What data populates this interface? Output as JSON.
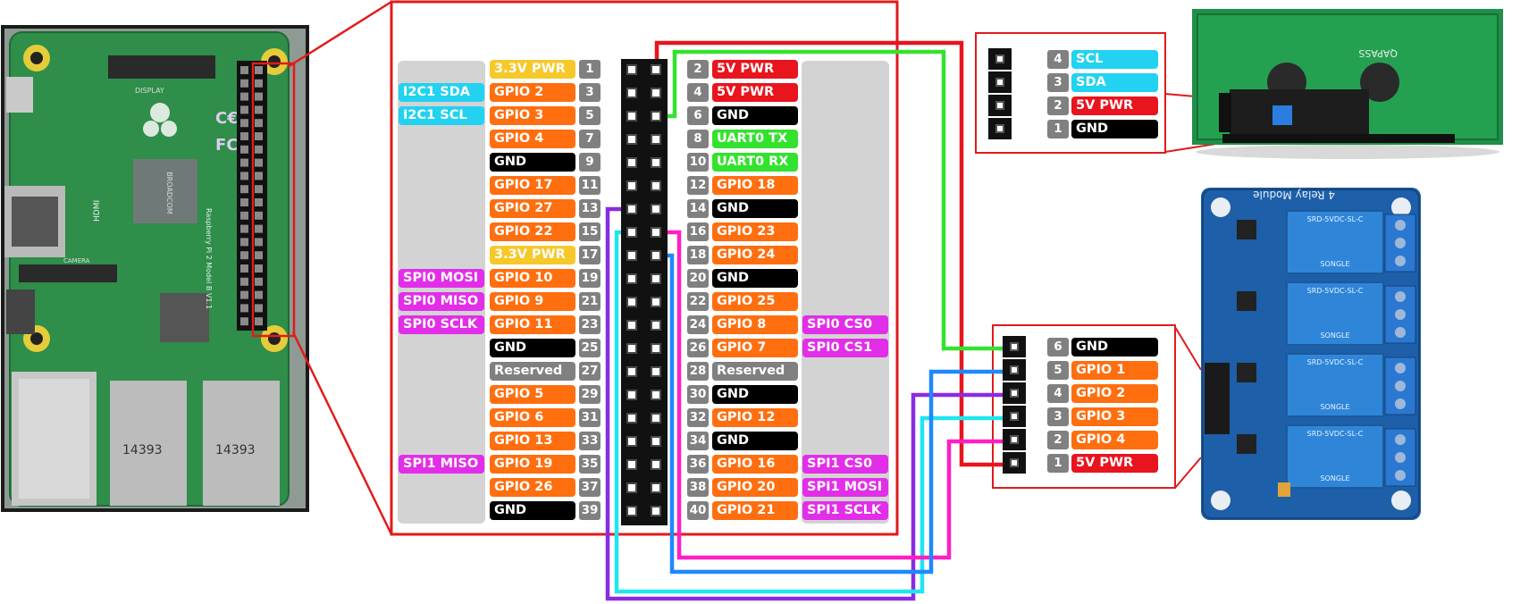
{
  "colors": {
    "power33": "#f7c82a",
    "power5": "#e8141e",
    "gpio": "#ff6e0f",
    "gnd": "#000000",
    "reserved": "#808080",
    "i2c": "#22d2f0",
    "uart": "#33e22e",
    "spi": "#e22ee8",
    "frame": "#e11b1b"
  },
  "pi_board": {
    "brand_text": "Raspberry Pi 2 Model B V1.1",
    "silk_display": "DISPLAY",
    "silk_camera": "CAMERA",
    "silk_hdmi": "HDMI",
    "usb_label_1": "14393",
    "usb_label_2": "14393",
    "chip_text": "BROADCOM"
  },
  "header": {
    "left_pins": [
      {
        "num": "1",
        "label": "3.3V PWR",
        "type": "power33",
        "func": ""
      },
      {
        "num": "3",
        "label": "GPIO 2",
        "type": "gpio",
        "func": "I2C1 SDA",
        "ftype": "i2c"
      },
      {
        "num": "5",
        "label": "GPIO 3",
        "type": "gpio",
        "func": "I2C1 SCL",
        "ftype": "i2c"
      },
      {
        "num": "7",
        "label": "GPIO 4",
        "type": "gpio",
        "func": ""
      },
      {
        "num": "9",
        "label": "GND",
        "type": "gnd",
        "func": ""
      },
      {
        "num": "11",
        "label": "GPIO 17",
        "type": "gpio",
        "func": ""
      },
      {
        "num": "13",
        "label": "GPIO 27",
        "type": "gpio",
        "func": ""
      },
      {
        "num": "15",
        "label": "GPIO 22",
        "type": "gpio",
        "func": ""
      },
      {
        "num": "17",
        "label": "3.3V PWR",
        "type": "power33",
        "func": ""
      },
      {
        "num": "19",
        "label": "GPIO 10",
        "type": "gpio",
        "func": "SPI0 MOSI",
        "ftype": "spi"
      },
      {
        "num": "21",
        "label": "GPIO 9",
        "type": "gpio",
        "func": "SPI0 MISO",
        "ftype": "spi"
      },
      {
        "num": "23",
        "label": "GPIO 11",
        "type": "gpio",
        "func": "SPI0 SCLK",
        "ftype": "spi"
      },
      {
        "num": "25",
        "label": "GND",
        "type": "gnd",
        "func": ""
      },
      {
        "num": "27",
        "label": "Reserved",
        "type": "reserved",
        "func": ""
      },
      {
        "num": "29",
        "label": "GPIO 5",
        "type": "gpio",
        "func": ""
      },
      {
        "num": "31",
        "label": "GPIO 6",
        "type": "gpio",
        "func": ""
      },
      {
        "num": "33",
        "label": "GPIO 13",
        "type": "gpio",
        "func": ""
      },
      {
        "num": "35",
        "label": "GPIO 19",
        "type": "gpio",
        "func": "SPI1 MISO",
        "ftype": "spi"
      },
      {
        "num": "37",
        "label": "GPIO 26",
        "type": "gpio",
        "func": ""
      },
      {
        "num": "39",
        "label": "GND",
        "type": "gnd",
        "func": ""
      }
    ],
    "right_pins": [
      {
        "num": "2",
        "label": "5V PWR",
        "type": "power5",
        "func": ""
      },
      {
        "num": "4",
        "label": "5V PWR",
        "type": "power5",
        "func": ""
      },
      {
        "num": "6",
        "label": "GND",
        "type": "gnd",
        "func": ""
      },
      {
        "num": "8",
        "label": "UART0 TX",
        "type": "uart",
        "func": ""
      },
      {
        "num": "10",
        "label": "UART0 RX",
        "type": "uart",
        "func": ""
      },
      {
        "num": "12",
        "label": "GPIO 18",
        "type": "gpio",
        "func": ""
      },
      {
        "num": "14",
        "label": "GND",
        "type": "gnd",
        "func": ""
      },
      {
        "num": "16",
        "label": "GPIO 23",
        "type": "gpio",
        "func": ""
      },
      {
        "num": "18",
        "label": "GPIO 24",
        "type": "gpio",
        "func": ""
      },
      {
        "num": "20",
        "label": "GND",
        "type": "gnd",
        "func": ""
      },
      {
        "num": "22",
        "label": "GPIO 25",
        "type": "gpio",
        "func": ""
      },
      {
        "num": "24",
        "label": "GPIO 8",
        "type": "gpio",
        "func": "SPI0 CS0",
        "ftype": "spi"
      },
      {
        "num": "26",
        "label": "GPIO 7",
        "type": "gpio",
        "func": "SPI0 CS1",
        "ftype": "spi"
      },
      {
        "num": "28",
        "label": "Reserved",
        "type": "reserved",
        "func": ""
      },
      {
        "num": "30",
        "label": "GND",
        "type": "gnd",
        "func": ""
      },
      {
        "num": "32",
        "label": "GPIO 12",
        "type": "gpio",
        "func": ""
      },
      {
        "num": "34",
        "label": "GND",
        "type": "gnd",
        "func": ""
      },
      {
        "num": "36",
        "label": "GPIO 16",
        "type": "gpio",
        "func": "SPI1 CS0",
        "ftype": "spi"
      },
      {
        "num": "38",
        "label": "GPIO 20",
        "type": "gpio",
        "func": "SPI1 MOSI",
        "ftype": "spi"
      },
      {
        "num": "40",
        "label": "GPIO 21",
        "type": "gpio",
        "func": "SPI1 SCLK",
        "ftype": "spi"
      }
    ]
  },
  "lcd_connector": {
    "pins": [
      {
        "num": "4",
        "label": "SCL",
        "type": "i2c"
      },
      {
        "num": "3",
        "label": "SDA",
        "type": "i2c"
      },
      {
        "num": "2",
        "label": "5V PWR",
        "type": "power5"
      },
      {
        "num": "1",
        "label": "GND",
        "type": "gnd"
      }
    ],
    "board_text": "QAPASS"
  },
  "relay_connector": {
    "pins": [
      {
        "num": "6",
        "label": "GND",
        "type": "gnd"
      },
      {
        "num": "5",
        "label": "GPIO 1",
        "type": "gpio"
      },
      {
        "num": "4",
        "label": "GPIO 2",
        "type": "gpio"
      },
      {
        "num": "3",
        "label": "GPIO 3",
        "type": "gpio"
      },
      {
        "num": "2",
        "label": "GPIO 4",
        "type": "gpio"
      },
      {
        "num": "1",
        "label": "5V PWR",
        "type": "power5"
      }
    ],
    "module_title": "4 Relay Module",
    "relay_text": "SRD-5VDC-SL-C",
    "relay_brand": "SONGLE"
  },
  "wires": [
    {
      "name": "wire-5v-red",
      "color": "#e8141e"
    },
    {
      "name": "wire-scl-green",
      "color": "#33e22e"
    },
    {
      "name": "wire-purple",
      "color": "#8a2be2"
    },
    {
      "name": "wire-cyan",
      "color": "#1ee6f0"
    },
    {
      "name": "wire-magenta",
      "color": "#ff1fc4"
    },
    {
      "name": "wire-blue",
      "color": "#1e88ff"
    }
  ]
}
